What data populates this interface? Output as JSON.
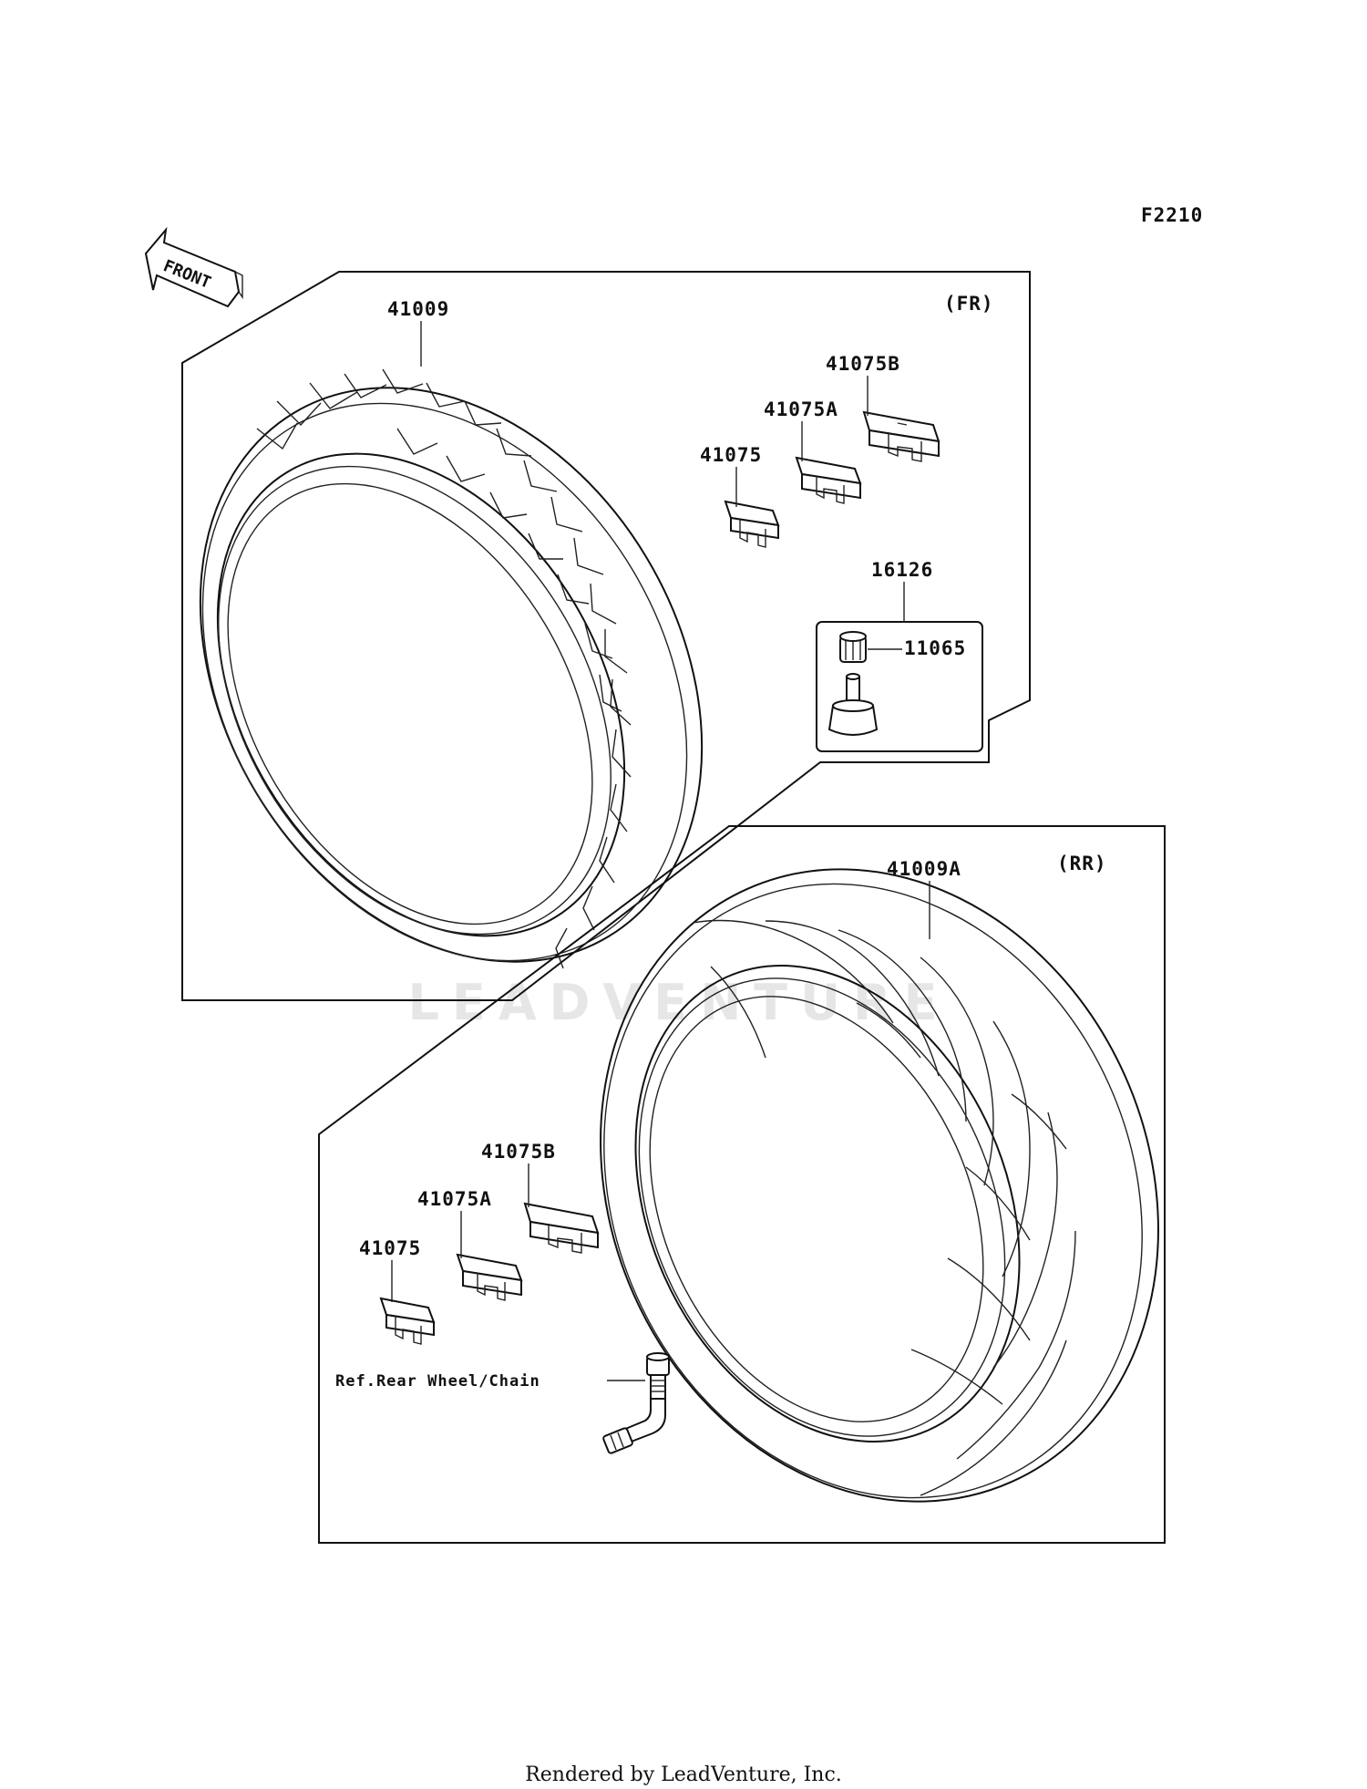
{
  "figure_code": "F2210",
  "front_arrow_label": "FRONT",
  "watermark": "LEADVENTURE",
  "front_group": {
    "section_label": "(FR)",
    "tire_part": "41009",
    "weight_part": "41075",
    "weight_a_part": "41075A",
    "weight_b_part": "41075B",
    "valve_assy_part": "16126",
    "valve_cap_part": "11065"
  },
  "rear_group": {
    "section_label": "(RR)",
    "tire_part": "41009A",
    "weight_part": "41075",
    "weight_a_part": "41075A",
    "weight_b_part": "41075B",
    "valve_ref": "Ref.Rear Wheel/Chain"
  },
  "footer": "Rendered by LeadVenture, Inc."
}
